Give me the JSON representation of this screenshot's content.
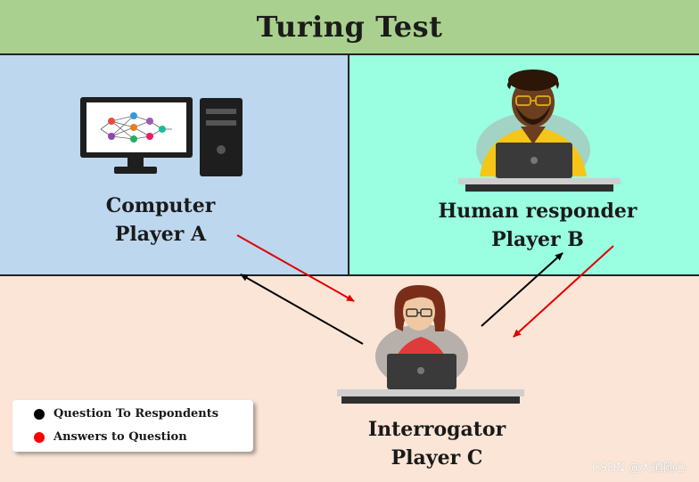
{
  "title": "Turing Test",
  "panels": {
    "computer": {
      "line1": "Computer",
      "line2": "Player A",
      "color": "#bdd7ee"
    },
    "human": {
      "line1": "Human responder",
      "line2": "Player B",
      "color": "#99ffe0"
    },
    "interrogator": {
      "line1": "Interrogator",
      "line2": "Player C",
      "color": "#fbe5d6"
    }
  },
  "legend": {
    "question": {
      "label": "Question To Respondents",
      "color": "#000000"
    },
    "answer": {
      "label": "Answers to Question",
      "color": "#ff0000"
    }
  },
  "colors": {
    "title_bar": "#a9d08e",
    "question_arrow": "#000000",
    "answer_arrow": "#e00000"
  },
  "watermark": "CSDN @大道随心"
}
